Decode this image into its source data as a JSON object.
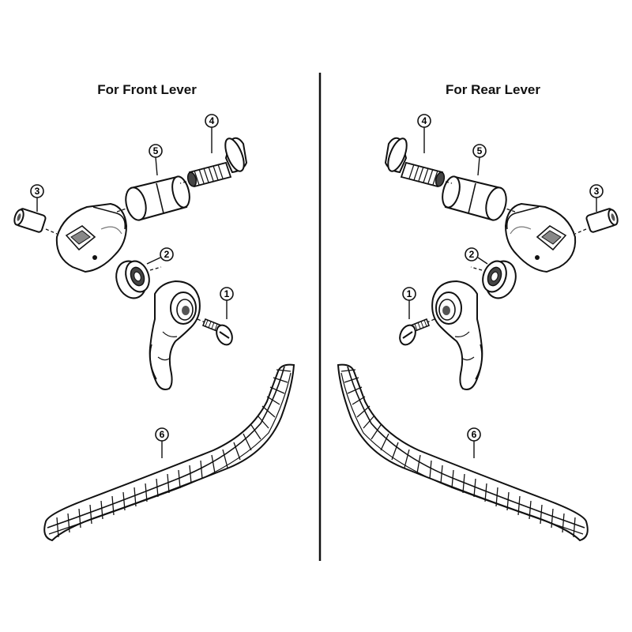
{
  "panels": [
    {
      "id": "front",
      "heading": "For Front Lever",
      "callouts": [
        "1",
        "2",
        "3",
        "4",
        "5",
        "6"
      ]
    },
    {
      "id": "rear",
      "heading": "For Rear Lever",
      "callouts": [
        "1",
        "2",
        "3",
        "4",
        "5",
        "6"
      ]
    }
  ],
  "parts": [
    "1",
    "2",
    "3",
    "4",
    "5",
    "6"
  ]
}
